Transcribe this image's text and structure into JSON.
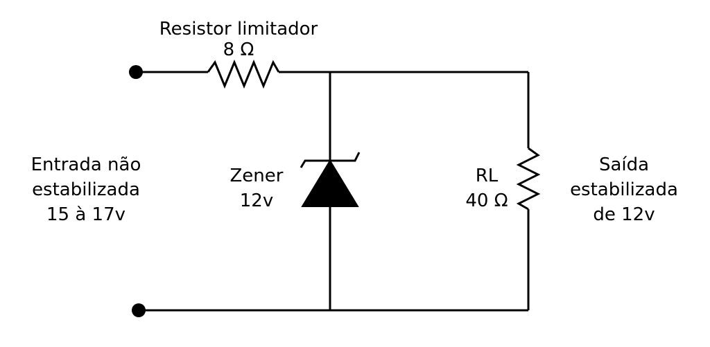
{
  "resistor": {
    "name": "Resistor limitador",
    "value": "8 Ω"
  },
  "input": {
    "line1": "Entrada não",
    "line2": "estabilizada",
    "line3": "15 à 17v"
  },
  "zener": {
    "name": "Zener",
    "value": "12v"
  },
  "load": {
    "name": "RL",
    "value": "40 Ω"
  },
  "output": {
    "line1": "Saída",
    "line2": "estabilizada",
    "line3": "de 12v"
  }
}
